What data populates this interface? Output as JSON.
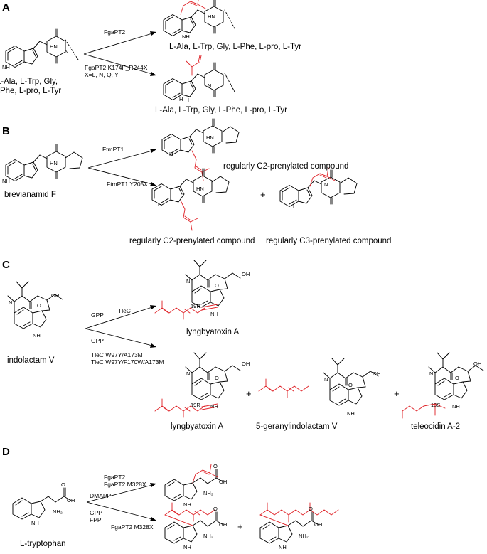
{
  "panels": {
    "A": {
      "letter": "A",
      "substrate_label": [
        "L-Ala, L-Trp, Gly,",
        "L-Phe, L-pro, L-Tyr"
      ],
      "upper_enzyme": [
        "FgaPT2"
      ],
      "lower_enzyme": [
        "FgaPT2 K174F_R244X",
        "X=L, N, Q, Y"
      ],
      "product_top_label": "L-Ala, L-Trp, Gly, L-Phe, L-pro, L-Tyr",
      "product_bottom_label": "L-Ala, L-Trp, Gly, L-Phe, L-pro, L-Tyr"
    },
    "B": {
      "letter": "B",
      "substrate_label": "brevianamid F",
      "upper_enzyme": "FtmPT1",
      "lower_enzyme": "FtmPT1 Y205X",
      "product_top_label": "regularly C2-prenylated compound",
      "product_bottom_left_label": "regularly C2-prenylated compound",
      "product_bottom_right_label": "regularly C3-prenylated compound",
      "plus": "+"
    },
    "C": {
      "letter": "C",
      "substrate_label": "indolactam V",
      "upper_cosubstrate": "GPP",
      "upper_enzyme": "TleC",
      "lower_cosubstrate": "GPP",
      "lower_enzyme": [
        "TleC W97Y/A173M",
        "TleC W97Y/F170W/A173M"
      ],
      "product_top_label": "lyngbyatoxin A",
      "product_bottom_labels": [
        "lyngbyatoxin A",
        "5-geranylindolactam V",
        "teleocidin A-2"
      ],
      "stereo_labels": [
        "19R",
        "19R",
        "19S"
      ],
      "plus": "+"
    },
    "D": {
      "letter": "D",
      "substrate_label": "L-tryptophan",
      "upper_cosubstrate": "DMAPP",
      "upper_enzyme": [
        "FgaPT2",
        "FgaPT2 M328X"
      ],
      "lower_cosubstrate": [
        "GPP",
        "FPP"
      ],
      "lower_enzyme": "FgaPT2 M328X",
      "plus": "+"
    }
  },
  "atoms": {
    "NH": "NH",
    "HN": "HN",
    "N": "N",
    "O": "O",
    "OH": "OH",
    "H": "H",
    "NH2": "NH₂"
  },
  "colors": {
    "ink": "#000000",
    "prenyl": "#e0262b"
  }
}
